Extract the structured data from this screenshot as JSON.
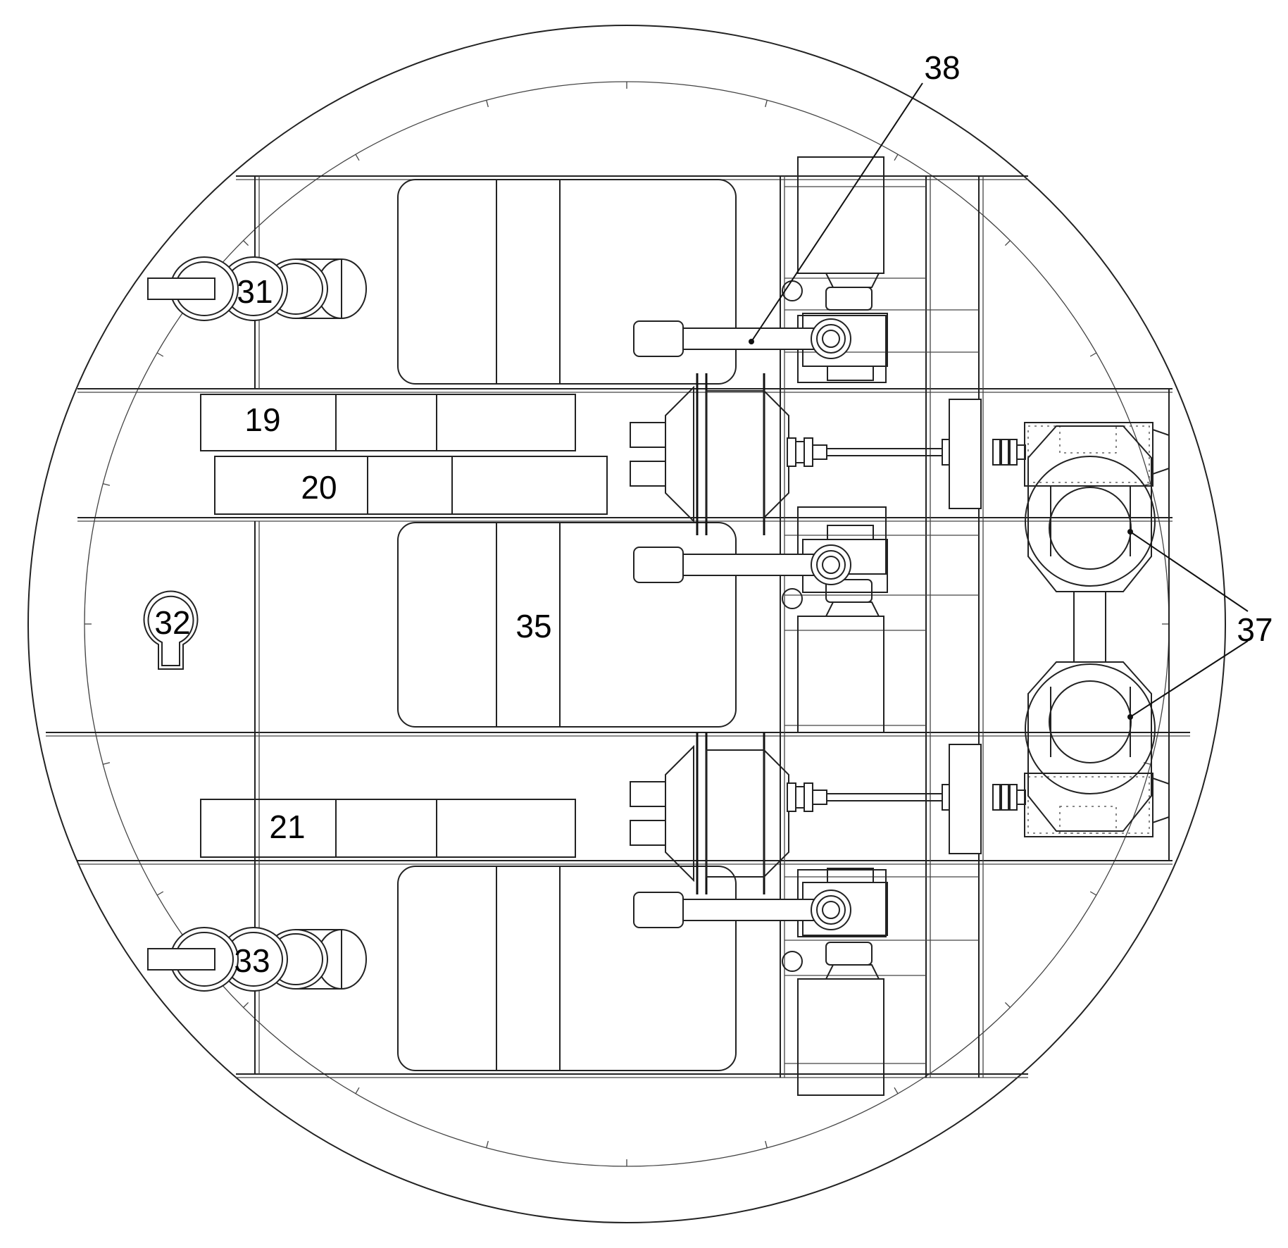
{
  "labels": {
    "l19": "19",
    "l20": "20",
    "l21": "21",
    "l31": "31",
    "l32": "32",
    "l33": "33",
    "l35": "35",
    "l37": "37",
    "l38": "38"
  },
  "colors": {
    "line": "#222222",
    "background": "#ffffff"
  }
}
